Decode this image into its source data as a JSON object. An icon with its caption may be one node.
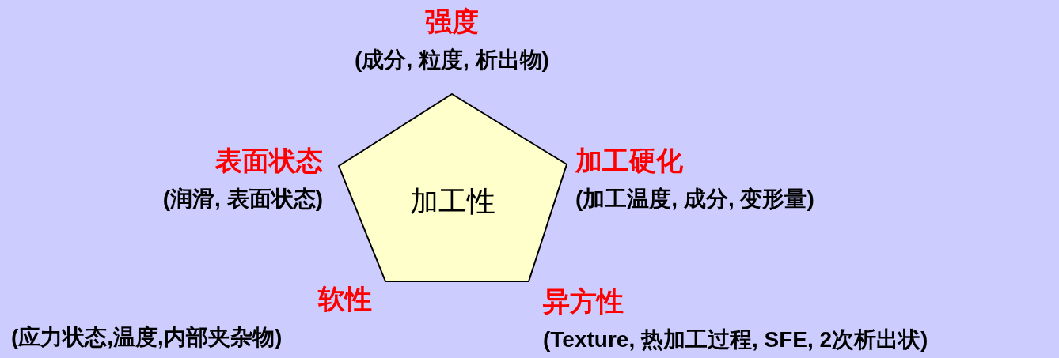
{
  "diagram": {
    "nodes": [
      {
        "text": [
          "加工性"
        ]
      }
    ],
    "labels": [
      "强度",
      "(成分, 粒度, 析出物)",
      "表面状态",
      "(润滑, 表面状态)",
      "加工硬化",
      "(加工温度, 成分, 变形量)",
      "软性",
      "(应力状态,温度,内部夹杂物)",
      "异方性",
      "(Texture, 热加工过程, SFE, 2次析出状)"
    ]
  }
}
